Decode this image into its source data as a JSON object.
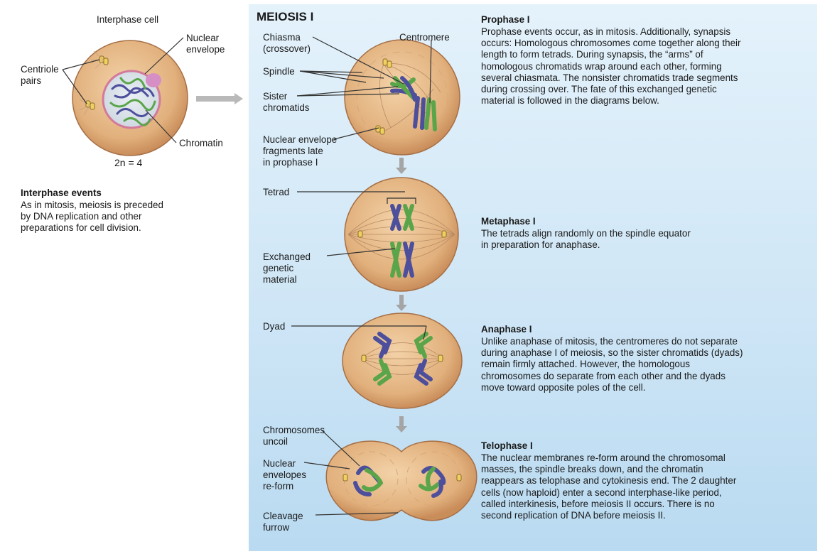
{
  "interphase": {
    "cell_title": "Interphase cell",
    "labels": {
      "nuclear_envelope": "Nuclear\nenvelope",
      "centriole_pairs": "Centriole\npairs",
      "chromatin": "Chromatin",
      "ploidy": "2n = 4"
    },
    "events_heading": "Interphase events",
    "events_text": "As in mitosis, meiosis is preceded\nby DNA replication and other\npreparations for cell division."
  },
  "meiosis": {
    "title": "MEIOSIS I",
    "prophase": {
      "labels": {
        "chiasma": "Chiasma\n(crossover)",
        "centromere": "Centromere",
        "spindle": "Spindle",
        "sister_chromatids": "Sister\nchromatids",
        "nuclear_fragments": "Nuclear envelope\nfragments late\nin prophase I"
      },
      "heading": "Prophase I",
      "text": "Prophase events occur, as in mitosis. Additionally, synapsis\noccurs: Homologous chromosomes come together along their\nlength to form tetrads. During synapsis, the “arms” of\nhomologous chromatids wrap around each other, forming\nseveral chiasmata. The nonsister chromatids trade segments\nduring crossing over. The fate of this exchanged genetic\nmaterial is followed in the diagrams below."
    },
    "metaphase": {
      "labels": {
        "tetrad": "Tetrad",
        "exchanged": "Exchanged\ngenetic\nmaterial"
      },
      "heading": "Metaphase I",
      "text": "The tetrads align randomly on the spindle equator\nin preparation for anaphase."
    },
    "anaphase": {
      "labels": {
        "dyad": "Dyad"
      },
      "heading": "Anaphase I",
      "text": "Unlike anaphase of mitosis, the centromeres do not separate\nduring anaphase I of meiosis, so the sister chromatids (dyads)\nremain firmly attached. However, the homologous\nchromosomes do separate from each other and the dyads\nmove toward opposite poles of the cell."
    },
    "telophase": {
      "labels": {
        "uncoil": "Chromosomes\nuncoil",
        "reform": "Nuclear\nenvelopes\nre-form",
        "furrow": "Cleavage\nfurrow"
      },
      "heading": "Telophase I",
      "text": "The nuclear membranes re-form around the chromosomal\nmasses, the spindle breaks down, and the chromatin\nreappears as telophase and cytokinesis end. The 2 daughter\ncells (now haploid) enter a second interphase-like period,\ncalled interkinesis, before meiosis II occurs. There is no\nsecond replication of DNA before meiosis II."
    }
  },
  "colors": {
    "cell": "#ddb07e",
    "chromosome_blue": "#4d4f9c",
    "chromosome_green": "#5aa54a",
    "panel": "#cfe6f6"
  }
}
